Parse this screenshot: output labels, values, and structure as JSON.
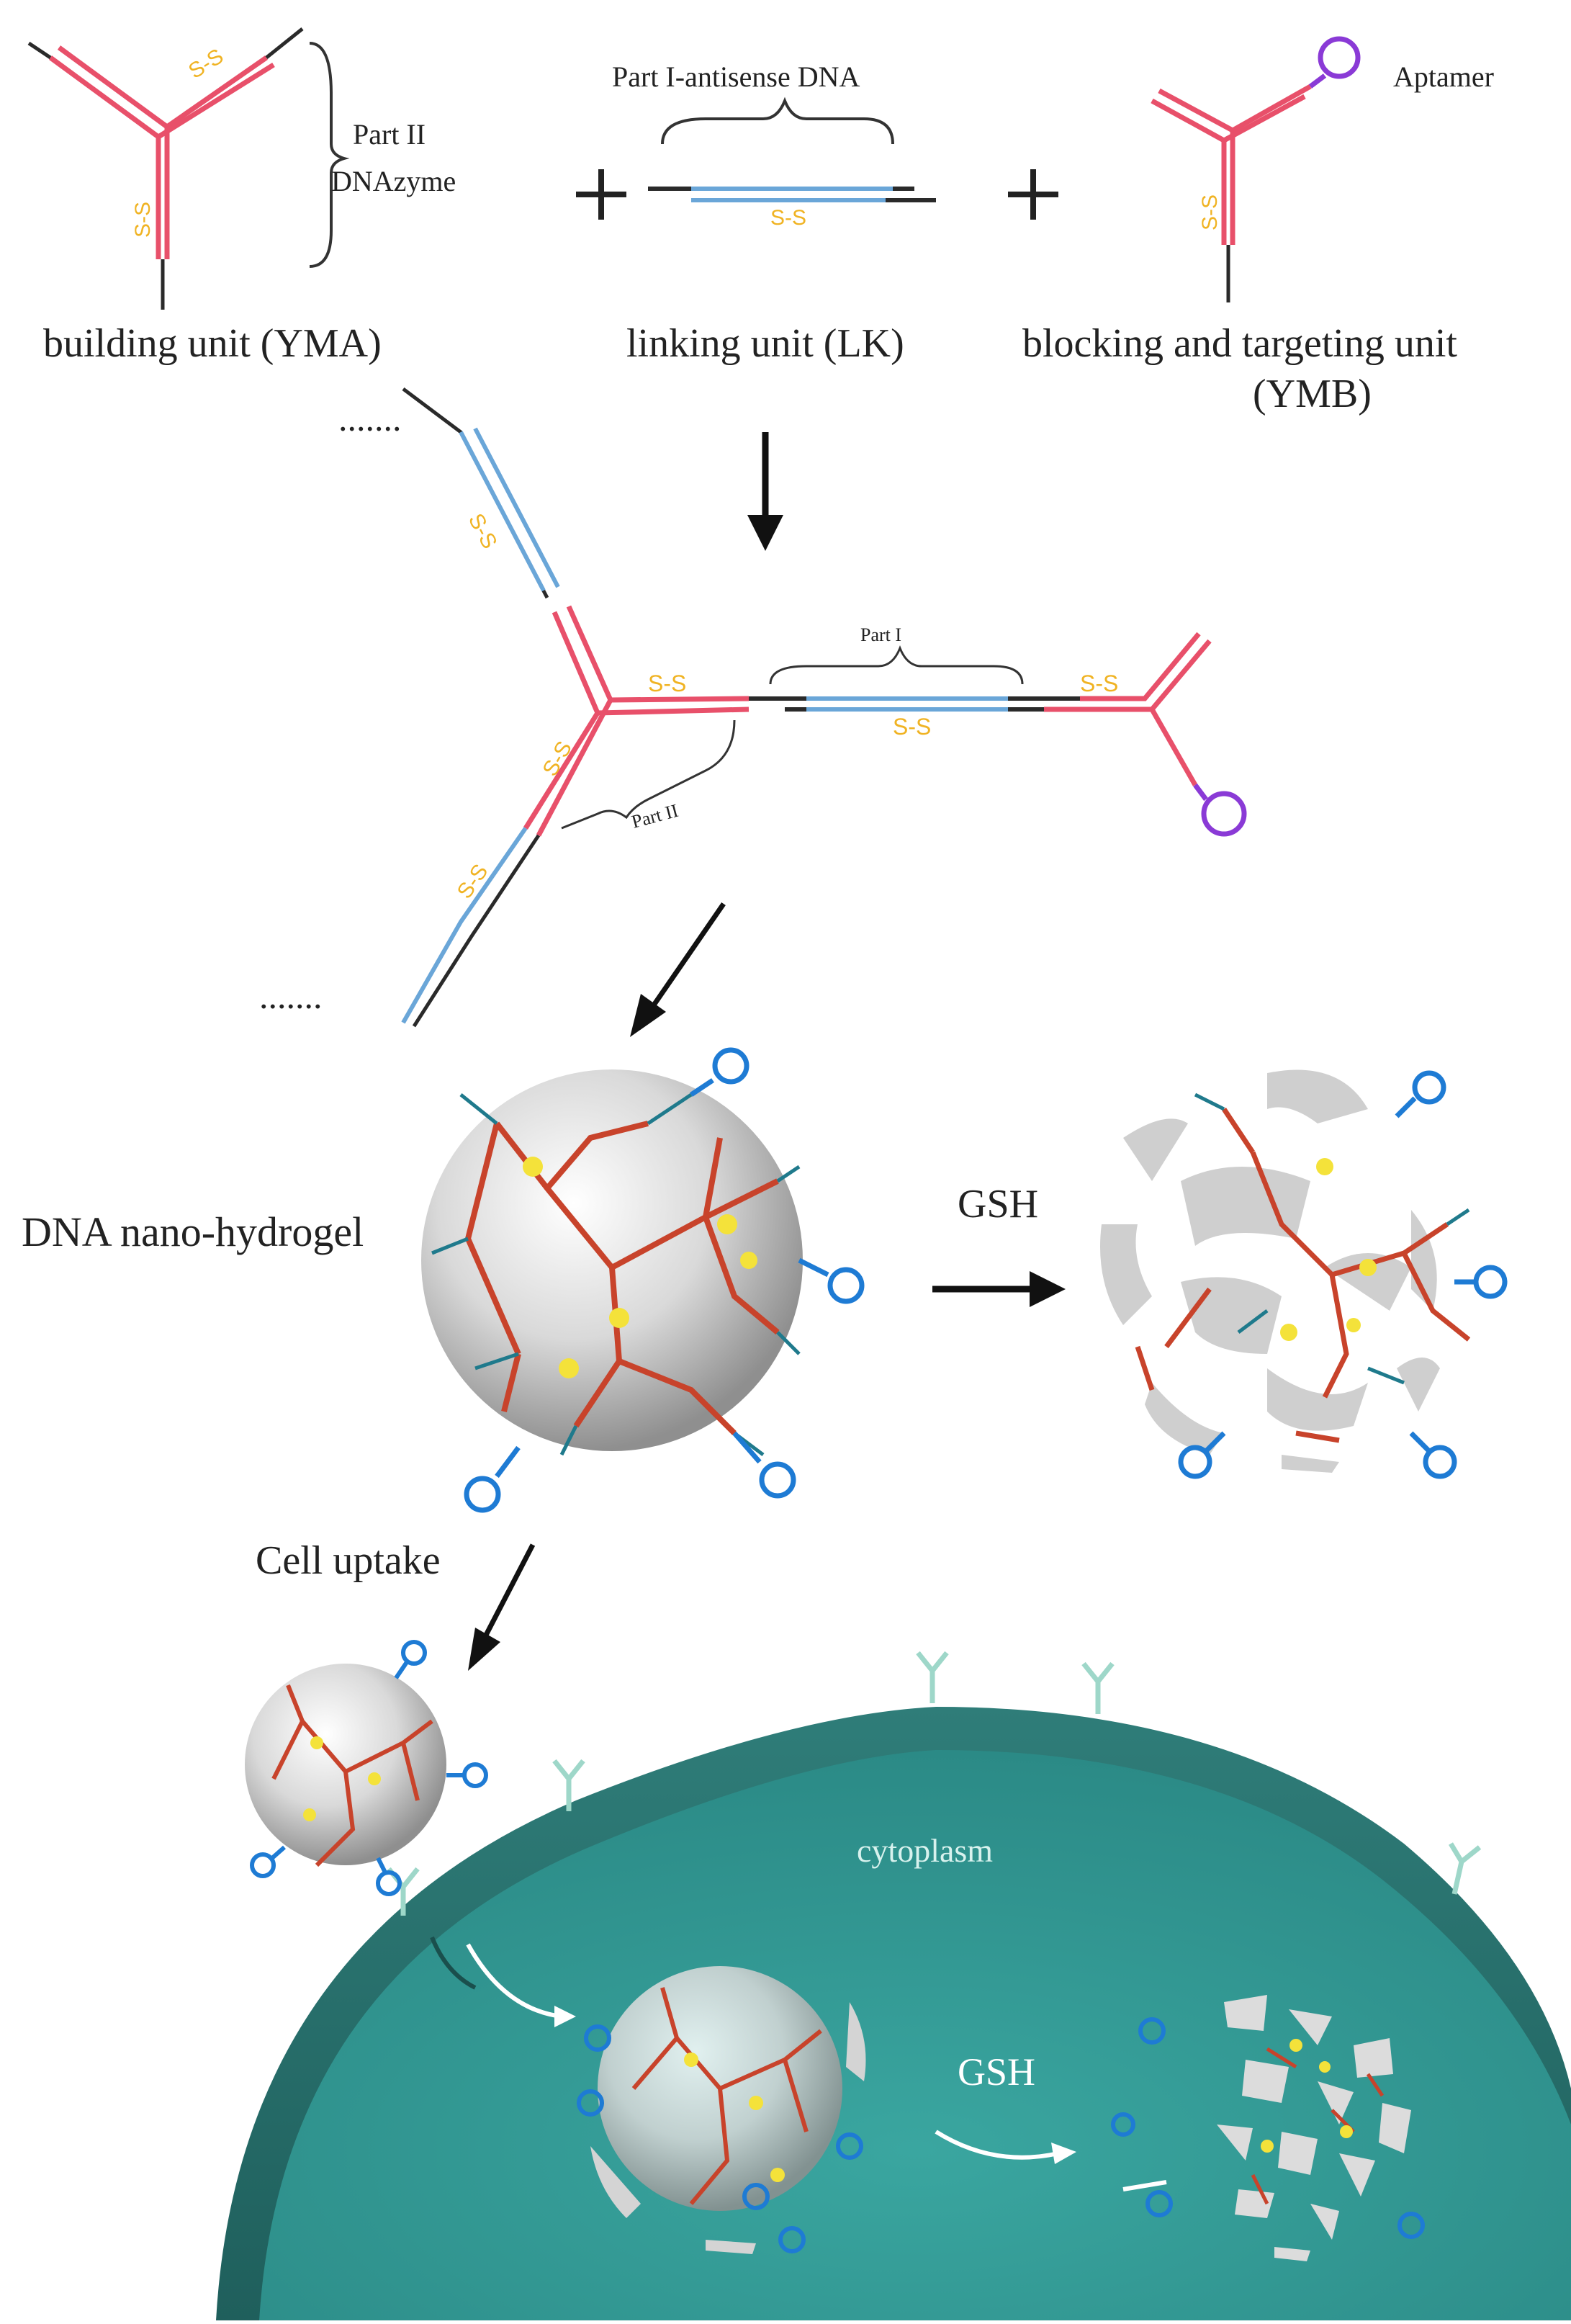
{
  "labels": {
    "part_ii": "Part II",
    "dnazyme": "DNAzyme",
    "part_i_antisense": "Part I-antisense DNA",
    "aptamer": "Aptamer",
    "building_unit": "building unit (YMA)",
    "linking_unit": "linking unit (LK)",
    "blocking_unit_line1": "blocking and targeting unit",
    "blocking_unit_line2": "(YMB)",
    "part_i_small": "Part I",
    "part_ii_small": "Part II",
    "disulfide": "S-S",
    "ellipsis": ".......",
    "dna_nano_hydrogel": "DNA nano-hydrogel",
    "gsh": "GSH",
    "cell_uptake": "Cell uptake",
    "cytoplasm": "cytoplasm",
    "gsh_inside": "GSH"
  },
  "colors": {
    "dna_red": "#e8506a",
    "dna_blue": "#6aa6d8",
    "dna_black": "#2a2a2a",
    "disulfide_yellow": "#f0b323",
    "aptamer_purple": "#8a3ad6",
    "hydrogel_red": "#c8432b",
    "hydrogel_teal": "#1f7a8c",
    "aptamer_blue": "#1e7bd4",
    "cell_teal": "#2f8f8a",
    "cell_dark": "#1f6d6d"
  },
  "icons": [
    "plus-icon",
    "arrow-down-icon",
    "arrow-right-icon",
    "arrow-diagonal-icon",
    "receptor-icon"
  ]
}
